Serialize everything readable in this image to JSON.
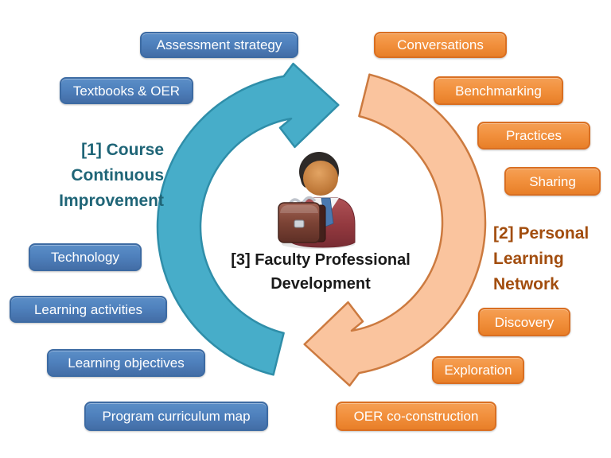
{
  "headings": {
    "course_improvement": "[1] Course\nContinuous\nImprovement",
    "personal_learning_network": "[2] Personal\nLearning\nNetwork",
    "faculty_development": "[3] Faculty Professional\nDevelopment"
  },
  "blue_boxes": [
    {
      "label": "Assessment strategy"
    },
    {
      "label": "Textbooks & OER"
    },
    {
      "label": "Technology"
    },
    {
      "label": "Learning activities"
    },
    {
      "label": "Learning objectives"
    },
    {
      "label": "Program curriculum map"
    }
  ],
  "orange_boxes": [
    {
      "label": "Conversations"
    },
    {
      "label": "Benchmarking"
    },
    {
      "label": "Practices"
    },
    {
      "label": "Sharing"
    },
    {
      "label": "Discovery"
    },
    {
      "label": "Exploration"
    },
    {
      "label": "OER co-construction"
    }
  ],
  "icons": {
    "person": "businessman-briefcase-icon",
    "cycle_left": "teal-curved-arrow-clockwise",
    "cycle_right": "orange-curved-arrow-clockwise"
  },
  "colors": {
    "teal_arrow": "#47ADC9",
    "teal_arrow_outline": "#2F8EA9",
    "teal_heading": "#1F6577",
    "blue_box": "#4F81BD",
    "blue_box_border": "#3D6BA3",
    "orange_box": "#F2913E",
    "orange_box_border": "#D96F22",
    "orange_arrow": "#FAC49E",
    "orange_arrow_outline": "#CC7A3F",
    "brown_heading": "#A24D0E",
    "box_text": "#FFFFFF",
    "center_text": "#1A1A1A"
  }
}
